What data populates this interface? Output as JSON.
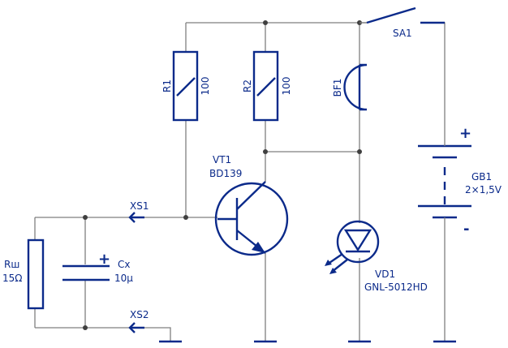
{
  "components": {
    "R1": {
      "ref": "R1",
      "value": "100"
    },
    "R2": {
      "ref": "R2",
      "value": "100"
    },
    "BF1": {
      "ref": "BF1"
    },
    "SA1": {
      "ref": "SA1"
    },
    "GB1": {
      "ref": "GB1",
      "value": "2×1,5V",
      "plus": "+",
      "minus": "-"
    },
    "VT1": {
      "ref": "VT1",
      "value": "BD139"
    },
    "VD1": {
      "ref": "VD1",
      "value": "GNL-5012HD"
    },
    "Rw": {
      "ref": "Rш",
      "value": "15Ω"
    },
    "Cx": {
      "ref": "Cx",
      "value": "10µ",
      "plus": "+"
    },
    "XS1": {
      "ref": "XS1"
    },
    "XS2": {
      "ref": "XS2"
    }
  },
  "colors": {
    "component": "#0b2a8a",
    "wire": "#7f7f7f",
    "junction": "#3f3f3f"
  }
}
